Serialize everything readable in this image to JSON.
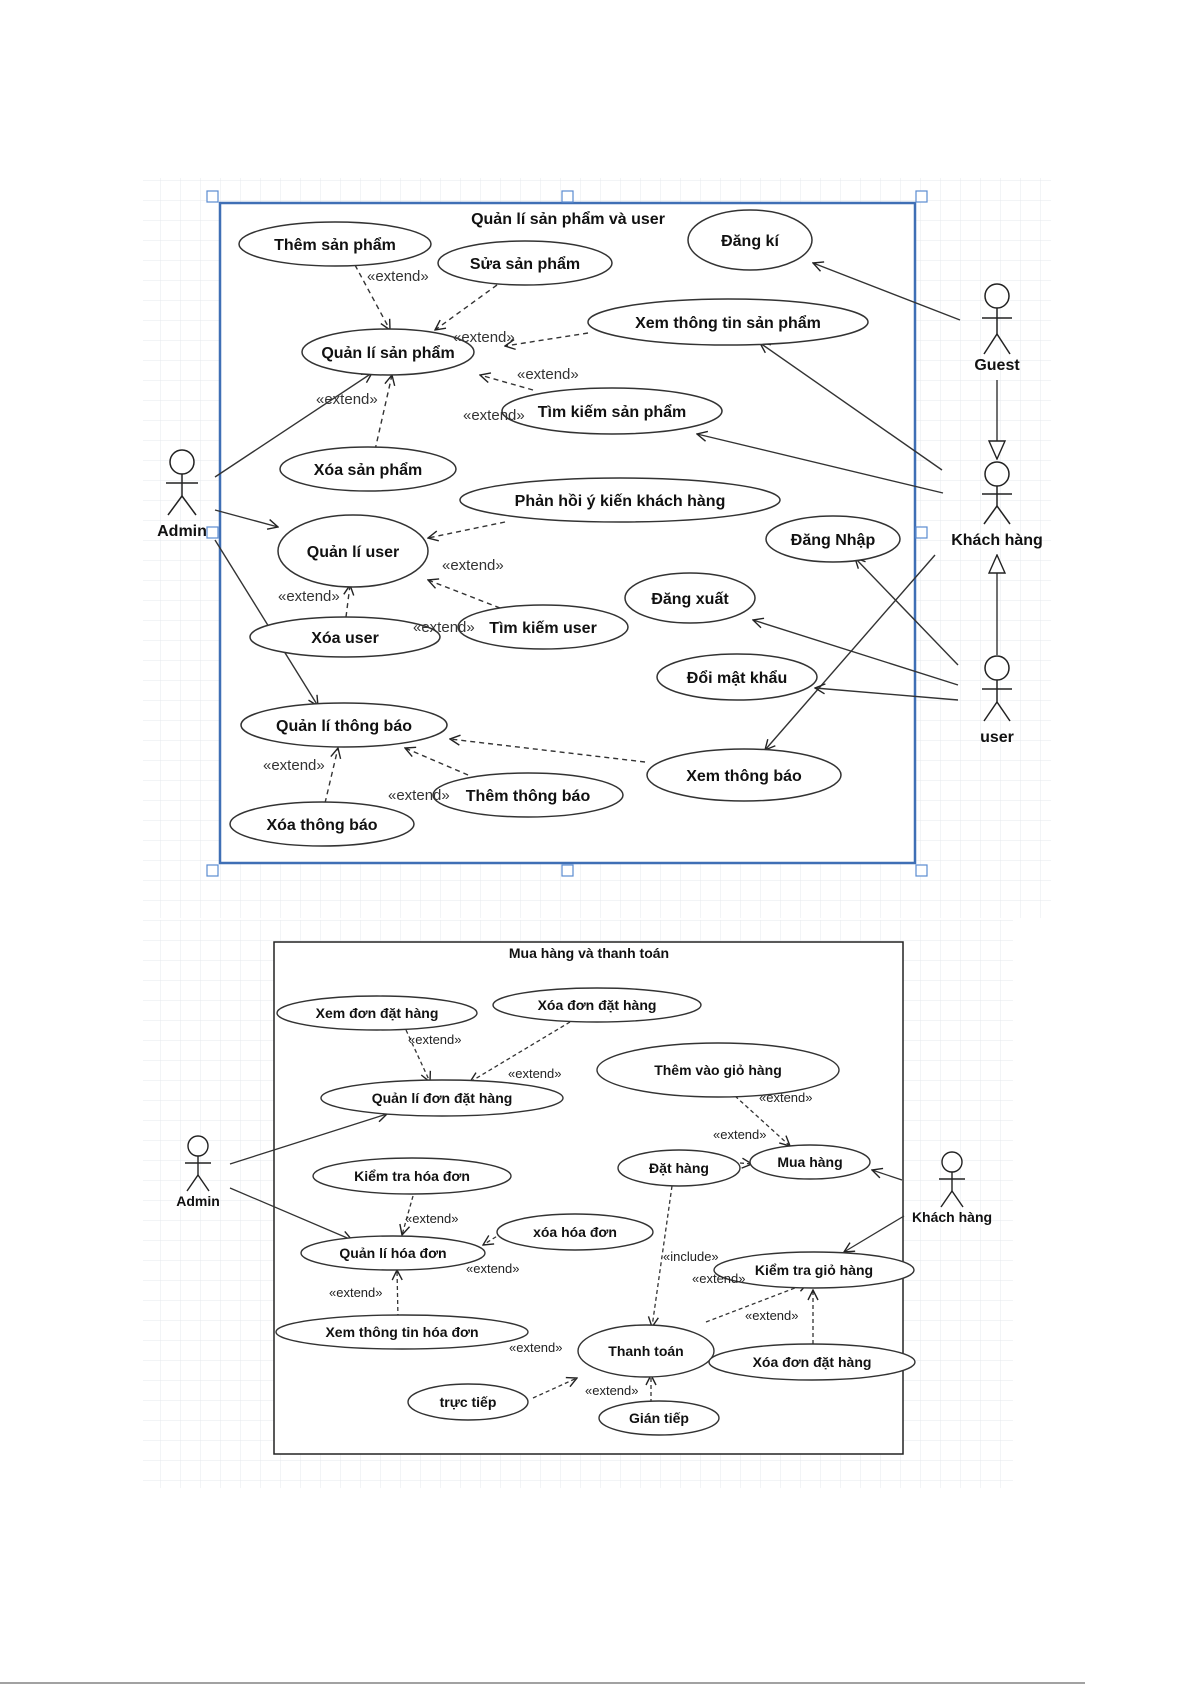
{
  "diagram1": {
    "title": "Quản lí  sản phẩm và user",
    "actors": [
      "Guest",
      "Khách hàng",
      "Admin",
      "user"
    ],
    "usecases": [
      "Thêm sản phẩm",
      "Sửa sản phẩm",
      "Quản lí sản phẩm",
      "Xóa  sản phẩm",
      "Xem thông tin sản phẩm",
      "Tìm kiếm sản phẩm",
      "Đăng kí",
      "Phản hồi ý kiến khách  hàng",
      "Quản lí user",
      "Xóa user",
      "Tìm kiếm user",
      "Đăng Nhập",
      "Đăng xuất",
      "Đổi mật khẩu",
      "Quản lí thông báo",
      "Xóa thông báo",
      "Thêm thông báo",
      "Xem thông báo"
    ],
    "extend_label": "«extend»"
  },
  "diagram2": {
    "title": "Mua hàng và thanh toán",
    "actors": [
      "Admin",
      "Khách hàng"
    ],
    "usecases": [
      "Xem đơn đặt hàng",
      "Xóa  đơn đặt hàng",
      "Quản lí đơn  đặt hàng",
      "Thêm vào giỏ hàng",
      "Mua hàng",
      "Đặt  hàng",
      "Kiểm tra hóa đơn",
      "xóa hóa đơn",
      "Quản lí hóa đơn",
      "Xem thông tin hóa đơn",
      "Kiểm tra giỏ hàng",
      "Thanh toán",
      "Xóa đơn đặt hàng",
      "trực tiếp",
      "Gián tiếp"
    ],
    "extend_label": "«extend»",
    "include_label": "«include»"
  }
}
